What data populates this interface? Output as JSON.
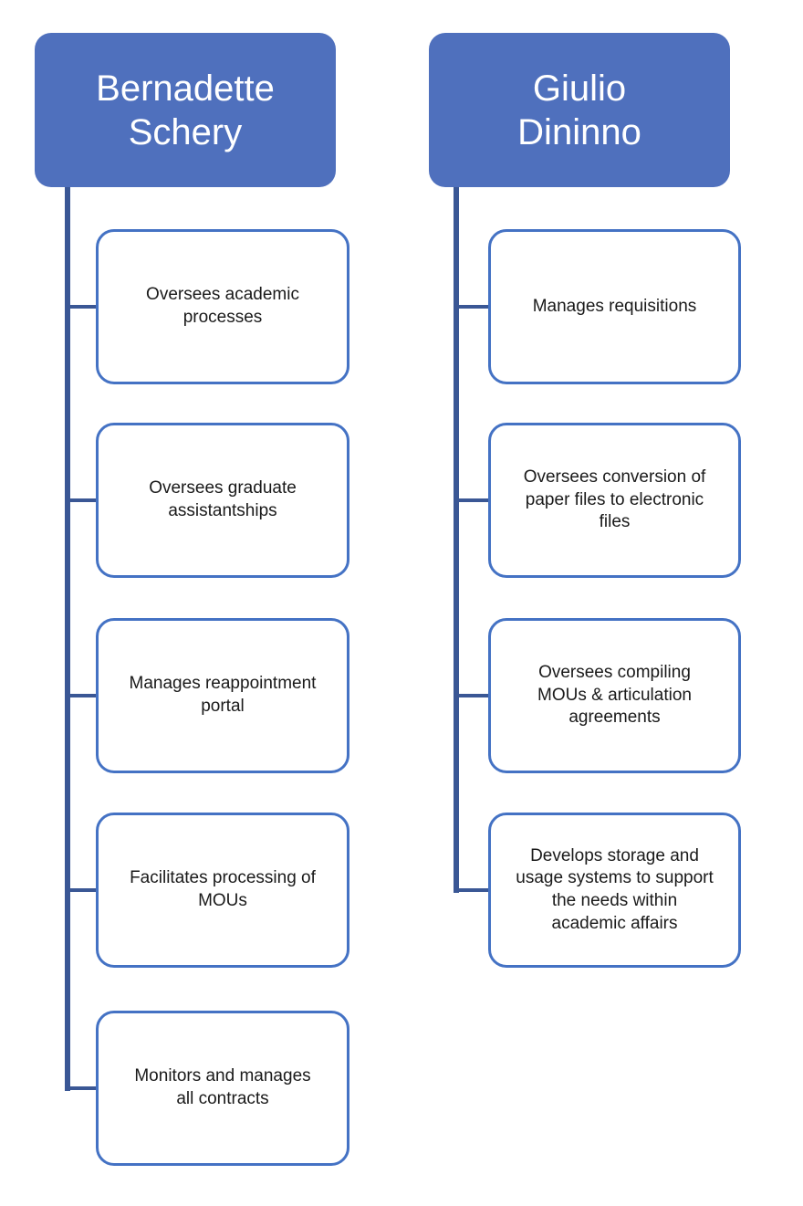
{
  "colors": {
    "header_fill": "#4f70bd",
    "header_text": "#ffffff",
    "box_border": "#4472c4",
    "box_fill": "#ffffff",
    "box_text": "#1a1a1a",
    "connector": "#3a5795",
    "background": "#ffffff"
  },
  "columns": [
    {
      "header": "Bernadette\nSchery",
      "items": [
        "Oversees academic\nprocesses",
        "Oversees graduate\nassistantships",
        "Manages reappointment\nportal",
        "Facilitates processing of\nMOUs",
        "Monitors and manages\nall contracts"
      ]
    },
    {
      "header": "Giulio\nDininno",
      "items": [
        "Manages requisitions",
        "Oversees conversion of\npaper files to electronic\nfiles",
        "Oversees compiling\nMOUs & articulation\nagreements",
        "Develops storage and\nusage systems to support\nthe needs within\nacademic affairs"
      ]
    }
  ]
}
